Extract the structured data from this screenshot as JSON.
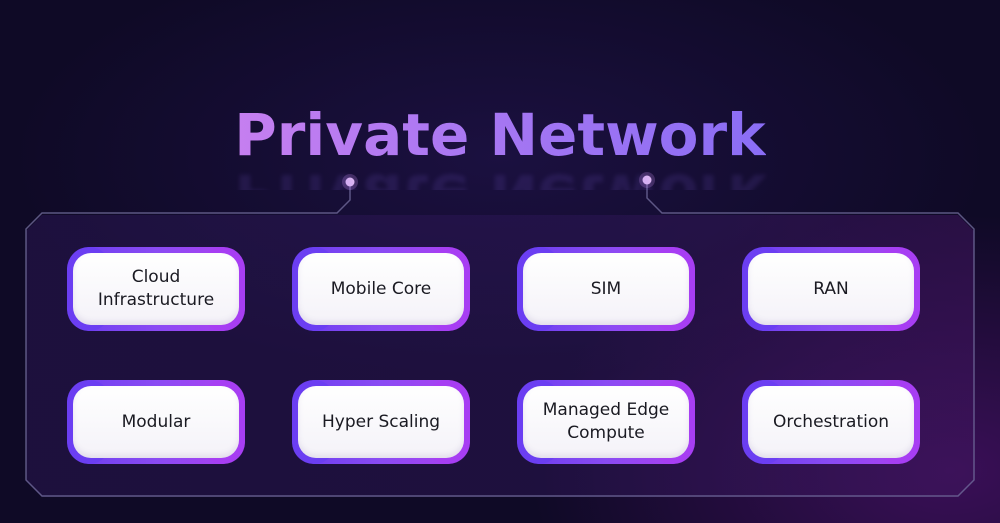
{
  "title": "Private Network",
  "nodes": {
    "cloud": "Cloud Infrastructure",
    "mobile_core": "Mobile Core",
    "sim": "SIM",
    "ran": "RAN",
    "modular": "Modular",
    "hyper_scaling": "Hyper Scaling",
    "edge": "Managed Edge Compute",
    "orchestration": "Orchestration"
  },
  "colors": {
    "background": "#0f0a26",
    "title_start": "#c67ff0",
    "title_end": "#8a6df5",
    "card_left": "#6b3ef2",
    "card_right": "#a73ef3",
    "frame_line": "#7a6ea6"
  }
}
